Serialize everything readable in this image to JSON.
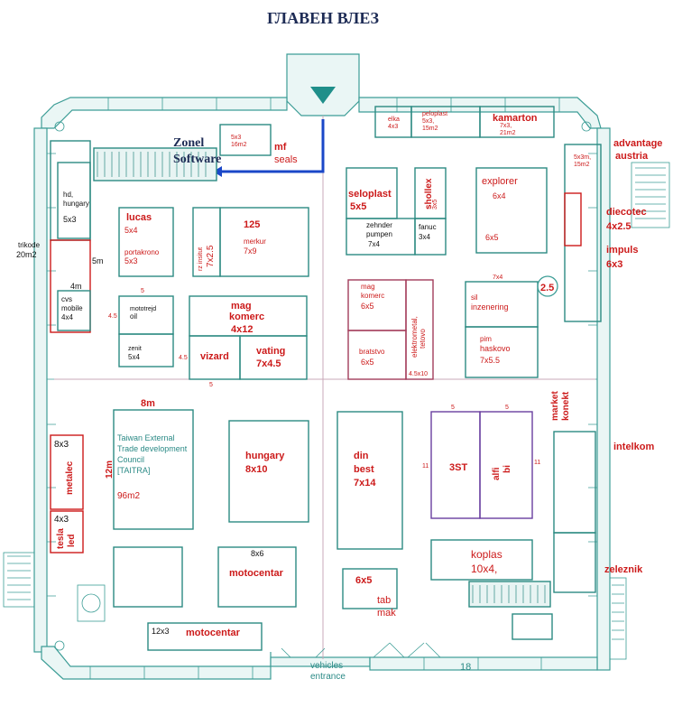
{
  "title": "ГЛАВЕН ВЛЕЗ",
  "colors": {
    "wall": "#3c9d96",
    "wall_fill": "#e9f5f4",
    "booth_red": "#cc1a1a",
    "booth_dark": "#111111",
    "accent_arrow": "#1a47c8",
    "teal_text": "#2b8a86",
    "purple_line": "#6a3fa0"
  },
  "highlight": {
    "line1": "Zonel",
    "line2": "Software"
  },
  "booths": {
    "mf_size": "5x3",
    "mf_area": "16m2",
    "mf_line1": "mf",
    "mf_line2": "seals",
    "elka_name": "elka",
    "elka_size": "4x3",
    "peloplast_name": "peloplast",
    "peloplast_size": "5x3,",
    "peloplast_area": "15m2",
    "kamarton_name": "kamarton",
    "kamarton_size": "7x3,",
    "kamarton_area": "21m2",
    "advantage_line1": "advantage",
    "advantage_line2": "austria",
    "right_small_size": "5x3m,",
    "right_small_area": "15m2",
    "diecotec_name": "diecotec",
    "diecotec_size": "4x2.5",
    "impuls_name": "impuls",
    "impuls_size": "6x3",
    "hd_line1": "hd,",
    "hd_line2": "hungary",
    "hd_size": "5x3",
    "trikode_name": "trikode",
    "trikode_area": "20m2",
    "dim_5m": "5m",
    "dim_4m": "4m",
    "cvs_line1": "cvs",
    "cvs_line2": "mobile",
    "cvs_size": "4x4",
    "lucas_name": "lucas",
    "lucas_size": "5x4",
    "portakrono_name": "portakrono",
    "portakrono_size": "5x3",
    "rz_name": "rz insitut",
    "rz_size": "7x2.5",
    "merkur_num": "125",
    "merkur_name": "merkur",
    "merkur_size": "7x9",
    "seloplast_name": "seloplast",
    "seloplast_size": "5x5",
    "zehnder_line1": "zehnder",
    "zehnder_line2": "pumpen",
    "zehnder_size": "7x4",
    "shollex_name": "shollex",
    "shollex_size": "3x5",
    "fanuc_name": "fanuc",
    "fanuc_size": "3x4",
    "explorer_name": "explorer",
    "explorer_size": "6x4",
    "explorer_size2": "6x5",
    "dim_5a": "5",
    "dim_45a": "4.5",
    "mototrejd_line1": "mototrejd",
    "mototrejd_line2": "oil",
    "zenit_name": "zenit",
    "zenit_size": "5x4",
    "dim_45b": "4.5",
    "mag_big_line1": "mag",
    "mag_big_line2": "komerc",
    "mag_big_size": "4x12",
    "vizard_name": "vizard",
    "vating_name": "vating",
    "vating_size": "7x4.5",
    "dim_5b": "5",
    "mag_small_line1": "mag",
    "mag_small_line2": "komerc",
    "mag_small_size": "6x5",
    "bratstvo_name": "bratstvo",
    "bratstvo_size": "6x5",
    "elektrometal_line1": "elektrometal,",
    "elektrometal_line2": "tetovo",
    "elektrometal_size": "4.5x10",
    "dim_7x4": "7x4",
    "sil_line1": "sil",
    "sil_line2": "inzenering",
    "pim_line1": "pim",
    "pim_line2": "haskovo",
    "pim_size": "7x5.5",
    "circle_num": "2.5",
    "dim_8m": "8m",
    "dim_12m": "12m",
    "taitra_line1": "Taiwan External",
    "taitra_line2": "Trade development",
    "taitra_line3": "Council",
    "taitra_line4": "[TAITRA]",
    "taitra_area": "96m2",
    "metalec_size": "8x3",
    "metalec_name": "metalec",
    "tesla_size": "4x3",
    "tesla_line1": "tesla",
    "tesla_line2": "led",
    "hungary_name": "hungary",
    "hungary_size": "8x10",
    "din_line1": "din",
    "din_line2": "best",
    "din_size": "7x14",
    "dim_5c": "5",
    "dim_5d": "5",
    "dim_11a": "11",
    "dim_11b": "11",
    "st_name": "3ST",
    "alfi_line1": "alfi",
    "alfi_line2": "bi",
    "market_line1": "market",
    "market_line2": "konekt",
    "intelkom_name": "intelkom",
    "koplas_name": "koplas",
    "koplas_size": "10x4,",
    "zeleznik_name": "zeleznik",
    "moto_mid_size": "8x6",
    "moto_mid_name": "motocentar",
    "tab_size": "6x5",
    "tab_line1": "tab",
    "tab_line2": "mak",
    "moto_bot_size": "12x3",
    "moto_bot_name": "motocentar",
    "vehicles_line1": "vehicles",
    "vehicles_line2": "entrance",
    "dim_18": "18"
  }
}
